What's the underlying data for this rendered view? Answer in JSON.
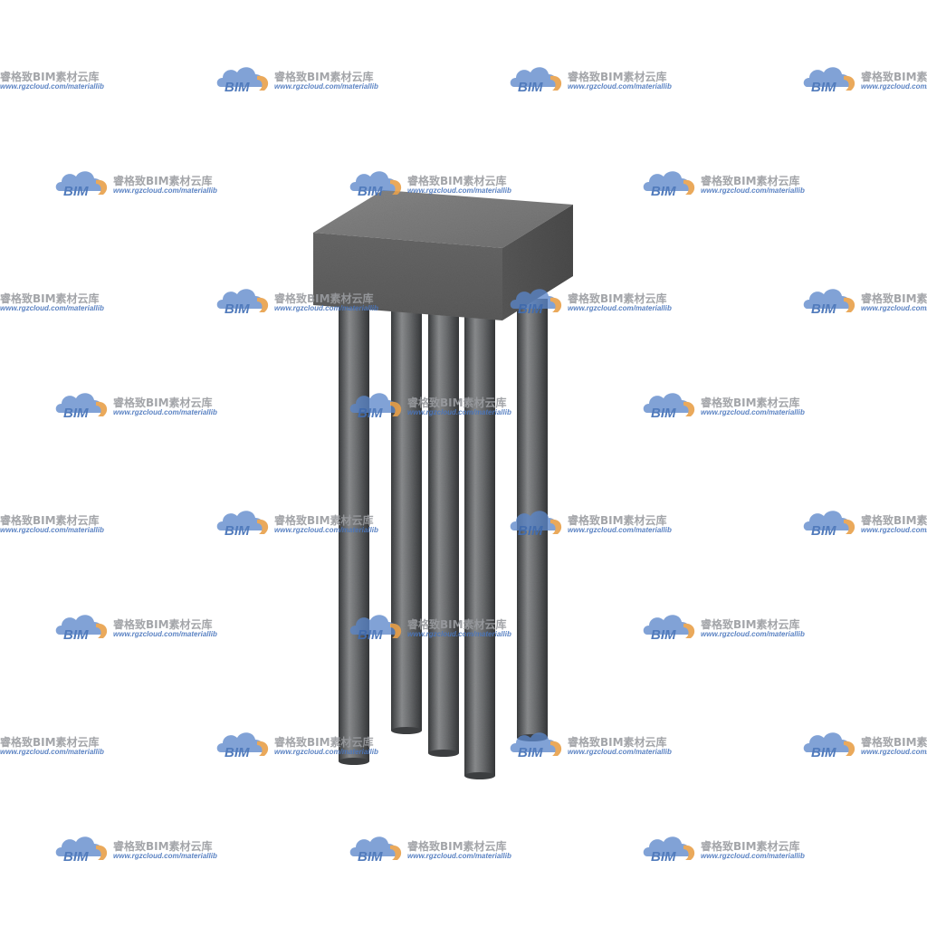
{
  "watermark": {
    "logo_text": "BIM",
    "brand_text": "睿格致BIM素材云库",
    "url_text": "www.rgzcloud.com/materiallib"
  },
  "colors": {
    "background": "#ffffff",
    "pile_cap_top": "#7a7a7a",
    "pile_cap_front": "#5f5f5f",
    "pile_cap_side": "#4d4d4d",
    "pile_dark": "#3e4042",
    "pile_light": "#8a8c8e",
    "logo_blue": "#4a76bd",
    "logo_orange": "#e8a04a",
    "brand_gray": "#9a9ca0"
  },
  "model": {
    "name": "pile-cap-with-five-piles"
  }
}
